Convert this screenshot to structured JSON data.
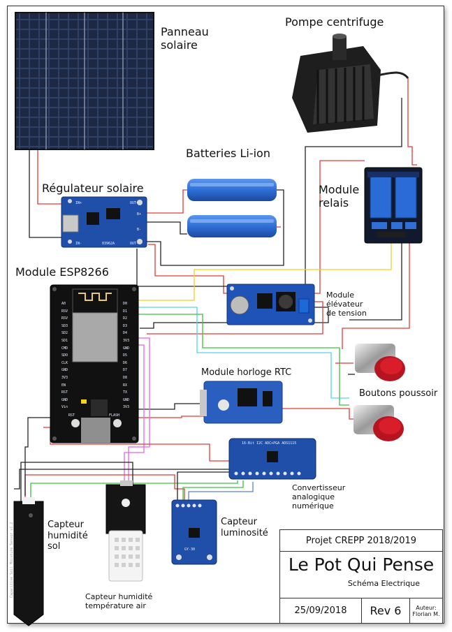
{
  "labels": {
    "solar_panel": [
      "Panneau",
      "solaire"
    ],
    "pump": "Pompe centrifuge",
    "batteries": "Batteries Li-ion",
    "solar_regulator": "Régulateur solaire",
    "relay_module": [
      "Module",
      "relais"
    ],
    "esp_module": "Module ESP8266",
    "boost_module": [
      "Module",
      "élévateur",
      "de tension"
    ],
    "rtc_module": "Module horloge RTC",
    "buttons": "Boutons poussoir",
    "adc": [
      "Convertisseur",
      "analogique",
      "numérique"
    ],
    "soil_sensor": [
      "Capteur",
      "humidité",
      "sol"
    ],
    "air_sensor": [
      "Capteur humidité",
      "température air"
    ],
    "light_sensor": [
      "Capteur",
      "luminosité"
    ]
  },
  "board_text": {
    "esp_left_pins": [
      "A0",
      "RSV",
      "RSV",
      "SD3",
      "SD2",
      "SD1",
      "CMD",
      "SDO",
      "CLK",
      "GND",
      "3V3",
      "EN",
      "RST",
      "GND",
      "Vin"
    ],
    "esp_right_pins": [
      "D0",
      "D1",
      "D2",
      "D3",
      "D4",
      "3V3",
      "GND",
      "D5",
      "D6",
      "D7",
      "D8",
      "RX",
      "TX",
      "GND",
      "3V3"
    ],
    "esp_buttons": [
      "RST",
      "FLASH"
    ],
    "regulator_marks": [
      "OUT+",
      "OUT-",
      "B+",
      "B-",
      "IN+",
      "IN-",
      "03962A"
    ],
    "soil_marks": "Capacitive Soil Moisture Sensor v1.2",
    "light_marks": "GY-30",
    "adc_marks": "16-Bit I2C ADC+PGA ADS1115"
  },
  "title_block": {
    "project": "Projet CREPP 2018/2019",
    "title": "Le Pot Qui Pense",
    "subtitle": "Schéma Electrique",
    "date": "25/09/2018",
    "revision": "Rev 6",
    "author_label": "Auteur:",
    "author": "Florian M."
  },
  "colors": {
    "wire_red": "#e53935",
    "wire_black": "#222222",
    "wire_yellow": "#f2d21b",
    "wire_cyan": "#4fd6e8",
    "wire_green": "#3fbf3f",
    "wire_magenta": "#e066e6",
    "wire_blue": "#5b7fe0",
    "pcb_blue": "#1f4fa8",
    "relay_blue": "#2a6bd6",
    "battery_blue": "#2f6fd6",
    "button_red": "#d81e2a"
  }
}
